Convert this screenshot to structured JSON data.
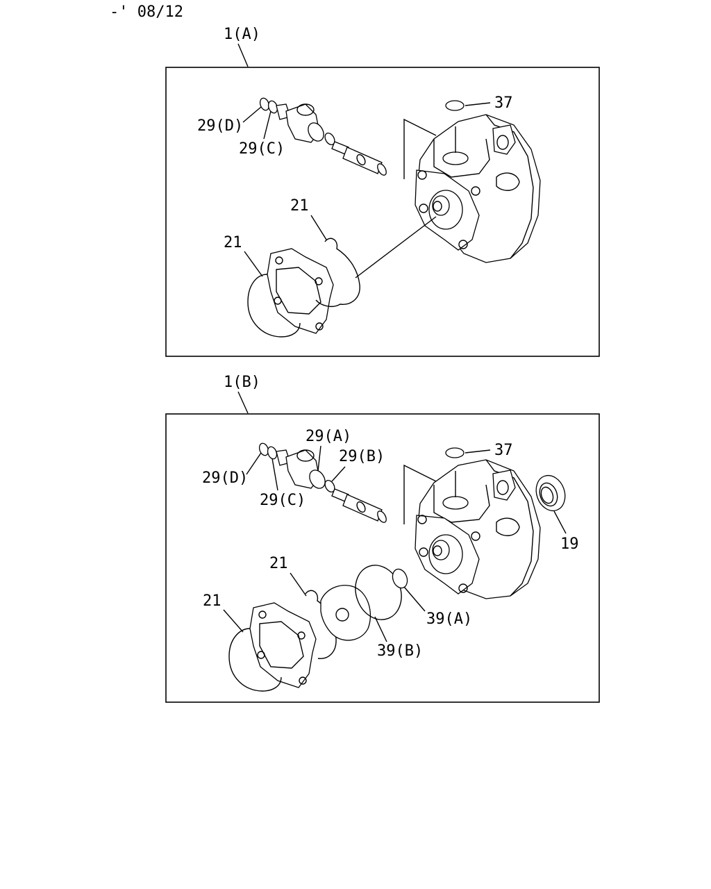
{
  "header": {
    "date_range": "-' 08/12"
  },
  "panel_a": {
    "title": "1(A)",
    "callouts": {
      "c37": "37",
      "c29d": "29(D)",
      "c29c": "29(C)",
      "c21_top": "21",
      "c21_left": "21"
    }
  },
  "panel_b": {
    "title": "1(B)",
    "callouts": {
      "c29a": "29(A)",
      "c29b": "29(B)",
      "c37": "37",
      "c29d": "29(D)",
      "c29c": "29(C)",
      "c19": "19",
      "c21_top": "21",
      "c21_left": "21",
      "c39a": "39(A)",
      "c39b": "39(B)"
    }
  }
}
